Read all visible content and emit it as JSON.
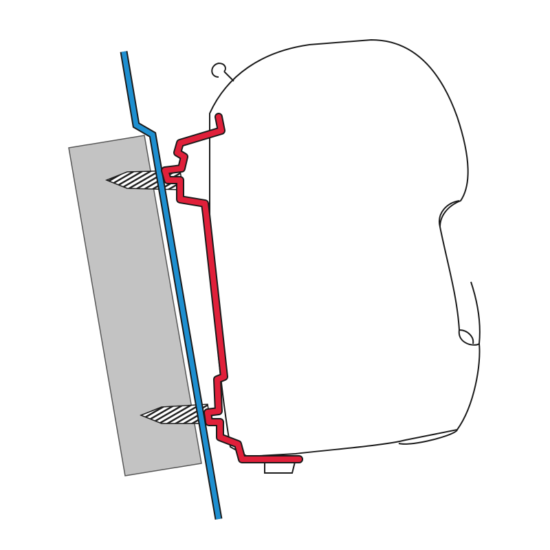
{
  "diagram": {
    "subject": "awning-wall-bracket-mounting",
    "colors": {
      "wall_plate": "#c3c3c3",
      "wall_panel": "#1e8fd0",
      "bracket": "#e0203a",
      "outline": "#1a1a1a",
      "awning_housing": "#ffffff"
    },
    "parts": [
      "wall-plate",
      "wall-panel",
      "mounting-bracket",
      "screw-upper",
      "screw-lower",
      "awning-housing"
    ]
  }
}
